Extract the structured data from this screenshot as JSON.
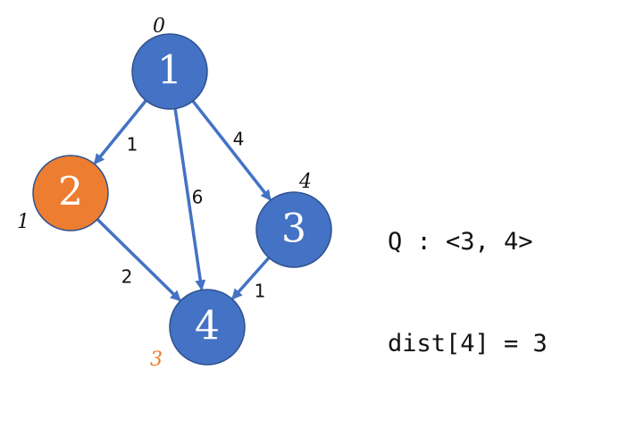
{
  "graph": {
    "colors": {
      "node_default": "#4472C4",
      "node_highlight": "#ED7D31",
      "node_stroke": "#2F528F",
      "edge": "#4472C4",
      "dist_default": "#111111",
      "dist_highlight": "#ED7D31"
    },
    "nodes": [
      {
        "id": "1",
        "label": "1",
        "dist": "0",
        "highlight": false
      },
      {
        "id": "2",
        "label": "2",
        "dist": "1",
        "highlight": true
      },
      {
        "id": "3",
        "label": "3",
        "dist": "4",
        "highlight": false
      },
      {
        "id": "4",
        "label": "4",
        "dist": "3",
        "highlight": false,
        "dist_highlight": true
      }
    ],
    "edges": [
      {
        "from": "1",
        "to": "2",
        "weight": "1"
      },
      {
        "from": "1",
        "to": "4",
        "weight": "6"
      },
      {
        "from": "1",
        "to": "3",
        "weight": "4"
      },
      {
        "from": "2",
        "to": "4",
        "weight": "2"
      },
      {
        "from": "3",
        "to": "4",
        "weight": "1"
      }
    ]
  },
  "status": {
    "queue_line": "Q : <3, 4>",
    "dist_line": "dist[4] = 3"
  }
}
